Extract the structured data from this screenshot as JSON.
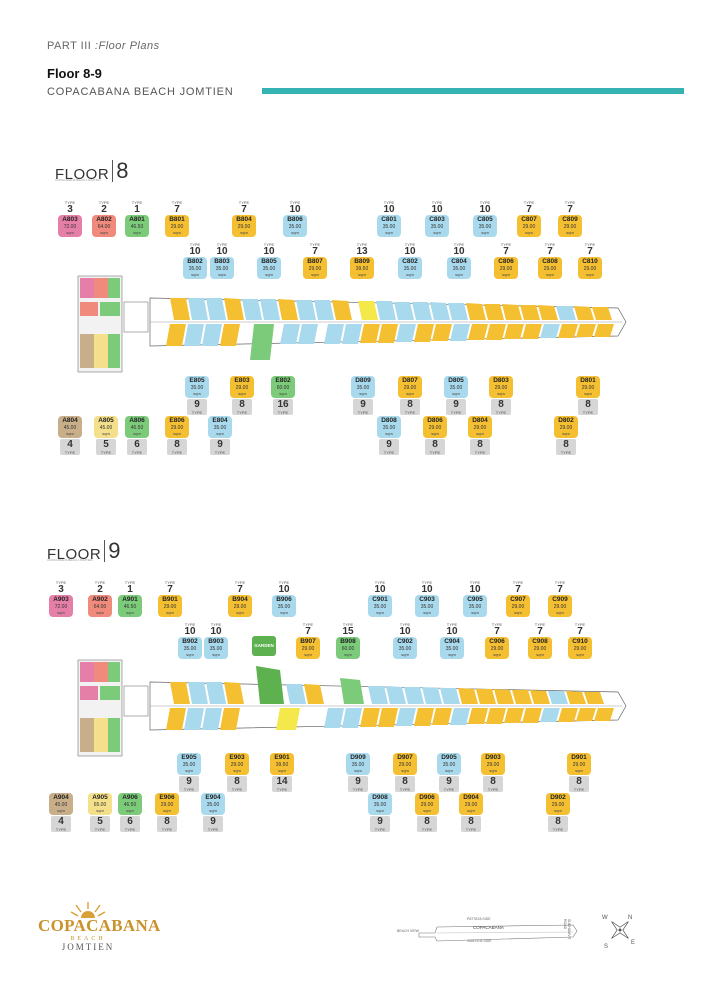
{
  "header": {
    "part_prefix": "PART III",
    "part_title": " :Floor Plans",
    "title": "Floor 8-9",
    "project": "COPACABANA BEACH JOMTIEN"
  },
  "type_label": "TYPE",
  "sqm_label": "sqm",
  "colors": {
    "accent_bar": "#35b3b3",
    "pink": "#e67fa8",
    "red": "#ef8a7c",
    "green": "#7ccb7a",
    "yellow": "#f5bf32",
    "blue": "#a9d9ec",
    "brown": "#c9ae8a",
    "cream": "#f4df8a"
  },
  "floor8": {
    "word": "FLOOR",
    "number": "8",
    "tiny": "COPACABANA BEACH JOMTIEN",
    "top_units": [
      {
        "type": "3",
        "name": "A803",
        "area": "72.00",
        "color": "pink"
      },
      {
        "type": "2",
        "name": "A802",
        "area": "64.00",
        "color": "red"
      },
      {
        "type": "1",
        "name": "A801",
        "area": "46.50",
        "color": "green"
      },
      {
        "type": "7",
        "name": "B801",
        "area": "29.00",
        "color": "yellow"
      },
      {
        "type": "10",
        "name": "B802",
        "area": "35.00",
        "color": "blue"
      },
      {
        "type": "10",
        "name": "B803",
        "area": "35.00",
        "color": "blue"
      },
      {
        "type": "7",
        "name": "B804",
        "area": "29.00",
        "color": "yellow"
      },
      {
        "type": "10",
        "name": "B805",
        "area": "35.00",
        "color": "blue"
      },
      {
        "type": "10",
        "name": "B806",
        "area": "35.00",
        "color": "blue"
      },
      {
        "type": "7",
        "name": "B807",
        "area": "29.00",
        "color": "yellow"
      },
      {
        "type": "13",
        "name": "B809",
        "area": "39.50",
        "color": "yellow"
      },
      {
        "type": "10",
        "name": "C801",
        "area": "35.00",
        "color": "blue"
      },
      {
        "type": "10",
        "name": "C802",
        "area": "35.00",
        "color": "blue"
      },
      {
        "type": "10",
        "name": "C803",
        "area": "35.00",
        "color": "blue"
      },
      {
        "type": "10",
        "name": "C804",
        "area": "35.00",
        "color": "blue"
      },
      {
        "type": "10",
        "name": "C805",
        "area": "35.00",
        "color": "blue"
      },
      {
        "type": "7",
        "name": "C806",
        "area": "29.00",
        "color": "yellow"
      },
      {
        "type": "7",
        "name": "C807",
        "area": "29.00",
        "color": "yellow"
      },
      {
        "type": "7",
        "name": "C808",
        "area": "29.00",
        "color": "yellow"
      },
      {
        "type": "7",
        "name": "C809",
        "area": "29.00",
        "color": "yellow"
      },
      {
        "type": "7",
        "name": "C810",
        "area": "29.00",
        "color": "yellow"
      }
    ],
    "bottom_units": [
      {
        "type": "4",
        "name": "A804",
        "area": "45.00",
        "color": "brown"
      },
      {
        "type": "5",
        "name": "A805",
        "area": "45.00",
        "color": "cream"
      },
      {
        "type": "6",
        "name": "A806",
        "area": "46.50",
        "color": "green"
      },
      {
        "type": "8",
        "name": "E806",
        "area": "29.00",
        "color": "yellow"
      },
      {
        "type": "9",
        "name": "E805",
        "area": "35.00",
        "color": "blue"
      },
      {
        "type": "9",
        "name": "E804",
        "area": "35.00",
        "color": "blue"
      },
      {
        "type": "8",
        "name": "E803",
        "area": "29.00",
        "color": "yellow"
      },
      {
        "type": "16",
        "name": "E802",
        "area": "60.00",
        "color": "green"
      },
      {
        "type": "9",
        "name": "D809",
        "area": "35.00",
        "color": "blue"
      },
      {
        "type": "9",
        "name": "D808",
        "area": "35.00",
        "color": "blue"
      },
      {
        "type": "8",
        "name": "D807",
        "area": "29.00",
        "color": "yellow"
      },
      {
        "type": "8",
        "name": "D806",
        "area": "29.00",
        "color": "yellow"
      },
      {
        "type": "9",
        "name": "D805",
        "area": "35.00",
        "color": "blue"
      },
      {
        "type": "8",
        "name": "D804",
        "area": "29.00",
        "color": "yellow"
      },
      {
        "type": "8",
        "name": "D803",
        "area": "29.00",
        "color": "yellow"
      },
      {
        "type": "8",
        "name": "D802",
        "area": "29.00",
        "color": "yellow"
      },
      {
        "type": "8",
        "name": "D801",
        "area": "29.00",
        "color": "yellow"
      }
    ]
  },
  "floor9": {
    "word": "FLOOR",
    "number": "9",
    "tiny": "COPACABANA BEACH JOMTIEN",
    "garden_label": "GARDEN",
    "top_units": [
      {
        "type": "3",
        "name": "A903",
        "area": "72.00",
        "color": "pink"
      },
      {
        "type": "2",
        "name": "A902",
        "area": "64.00",
        "color": "red"
      },
      {
        "type": "1",
        "name": "A901",
        "area": "46.50",
        "color": "green"
      },
      {
        "type": "7",
        "name": "B901",
        "area": "29.00",
        "color": "yellow"
      },
      {
        "type": "10",
        "name": "B902",
        "area": "35.00",
        "color": "blue"
      },
      {
        "type": "10",
        "name": "B903",
        "area": "35.00",
        "color": "blue"
      },
      {
        "type": "7",
        "name": "B904",
        "area": "29.00",
        "color": "yellow"
      },
      {
        "type": "10",
        "name": "B906",
        "area": "35.00",
        "color": "blue"
      },
      {
        "type": "7",
        "name": "B907",
        "area": "29.00",
        "color": "yellow"
      },
      {
        "type": "15",
        "name": "B908",
        "area": "60.00",
        "color": "green"
      },
      {
        "type": "10",
        "name": "C901",
        "area": "35.00",
        "color": "blue"
      },
      {
        "type": "10",
        "name": "C902",
        "area": "35.00",
        "color": "blue"
      },
      {
        "type": "10",
        "name": "C903",
        "area": "35.00",
        "color": "blue"
      },
      {
        "type": "10",
        "name": "C904",
        "area": "35.00",
        "color": "blue"
      },
      {
        "type": "10",
        "name": "C905",
        "area": "35.00",
        "color": "blue"
      },
      {
        "type": "7",
        "name": "C906",
        "area": "29.00",
        "color": "yellow"
      },
      {
        "type": "7",
        "name": "C907",
        "area": "29.00",
        "color": "yellow"
      },
      {
        "type": "7",
        "name": "C908",
        "area": "29.00",
        "color": "yellow"
      },
      {
        "type": "7",
        "name": "C909",
        "area": "29.00",
        "color": "yellow"
      },
      {
        "type": "7",
        "name": "C910",
        "area": "29.00",
        "color": "yellow"
      }
    ],
    "bottom_units": [
      {
        "type": "4",
        "name": "A904",
        "area": "45.00",
        "color": "brown"
      },
      {
        "type": "5",
        "name": "A905",
        "area": "65.00",
        "color": "cream"
      },
      {
        "type": "6",
        "name": "A906",
        "area": "46.50",
        "color": "green"
      },
      {
        "type": "8",
        "name": "E906",
        "area": "29.00",
        "color": "yellow"
      },
      {
        "type": "9",
        "name": "E905",
        "area": "35.00",
        "color": "blue"
      },
      {
        "type": "9",
        "name": "E904",
        "area": "35.00",
        "color": "blue"
      },
      {
        "type": "8",
        "name": "E903",
        "area": "29.00",
        "color": "yellow"
      },
      {
        "type": "14",
        "name": "E901",
        "area": "39.50",
        "color": "yellow"
      },
      {
        "type": "9",
        "name": "D909",
        "area": "35.00",
        "color": "blue"
      },
      {
        "type": "9",
        "name": "D908",
        "area": "35.00",
        "color": "blue"
      },
      {
        "type": "8",
        "name": "D907",
        "area": "29.00",
        "color": "yellow"
      },
      {
        "type": "8",
        "name": "D906",
        "area": "29.00",
        "color": "yellow"
      },
      {
        "type": "9",
        "name": "D905",
        "area": "35.00",
        "color": "blue"
      },
      {
        "type": "8",
        "name": "D904",
        "area": "29.00",
        "color": "yellow"
      },
      {
        "type": "8",
        "name": "D903",
        "area": "29.00",
        "color": "yellow"
      },
      {
        "type": "8",
        "name": "D902",
        "area": "29.00",
        "color": "yellow"
      },
      {
        "type": "8",
        "name": "D901",
        "area": "29.00",
        "color": "yellow"
      }
    ]
  },
  "logo": {
    "line1": "COPACABANA",
    "line2": "BEACH",
    "line3": "JOMTIEN"
  },
  "keymap": {
    "pattaya_side": "PATTAYA SIDE",
    "name": "COPACABANA",
    "jomtien_side": "JOMTIEN SIDE",
    "beach_view": "BEACH VIEW",
    "sukhumvit": "SUKHUMVIT ROAD"
  },
  "compass": {
    "n": "N",
    "e": "E",
    "s": "S",
    "w": "W"
  }
}
